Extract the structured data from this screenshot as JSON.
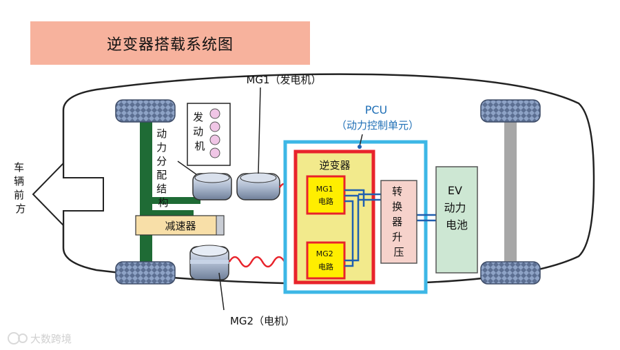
{
  "title": "逆变器搭载系统图",
  "labels": {
    "mg1": "MG1（发电机）",
    "mg2": "MG2（电机）",
    "pcu": "PCU",
    "pcu_sub": "（动力控制单元）",
    "inverter": "逆变器",
    "mg1_circuit_a": "MG1",
    "mg1_circuit_b": "电路",
    "mg2_circuit_a": "MG2",
    "mg2_circuit_b": "电路",
    "booster": [
      "转",
      "换",
      "器",
      "升",
      "压"
    ],
    "battery": [
      "EV",
      "动力",
      "电池"
    ],
    "engine": [
      "发",
      "动",
      "机"
    ],
    "power_split": [
      "动",
      "力",
      "分",
      "配",
      "结",
      "构"
    ],
    "reducer": "减速器",
    "front": [
      "车",
      "辆",
      "前",
      "方"
    ]
  },
  "watermark": "大数跨境",
  "colors": {
    "title_bg": "#f7b29d",
    "pcu_border": "#3db7e6",
    "inverter_border": "#e8232b",
    "inverter_fill": "#f2ea8c",
    "circuit_fill": "#ffee00",
    "booster_fill": "#f6d2cb",
    "battery_fill": "#cde7d3",
    "shaft_green": "#1f6b35",
    "wire_red": "#e8232b",
    "bus_blue": "#1f5fb0"
  }
}
